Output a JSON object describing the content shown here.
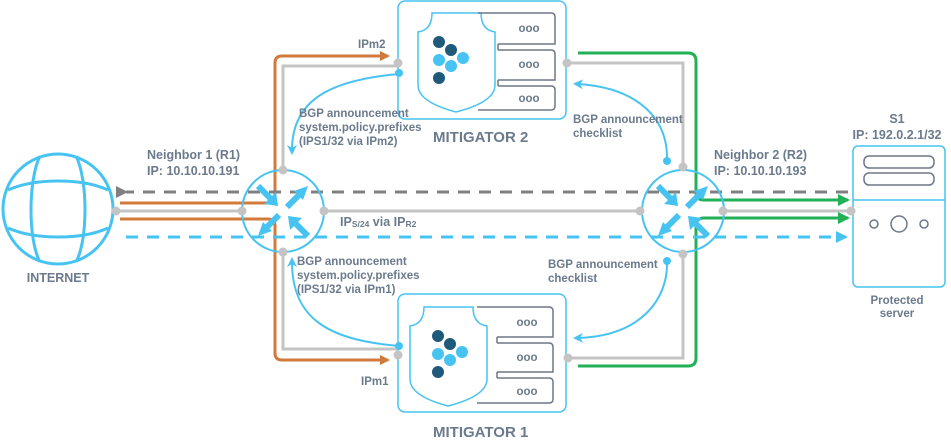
{
  "colors": {
    "accent_blue": "#47c3f2",
    "orange": "#d17a3a",
    "green": "#22b157",
    "gray_link": "#c4c4c4",
    "gray_dashed": "#808080",
    "text": "#6b7a8c",
    "dark_dot": "#1f5a7a",
    "server_line": "#6e7785"
  },
  "internet": {
    "label": "INTERNET",
    "icon": "globe-icon"
  },
  "neighbor1": {
    "name": "Neighbor 1 (R1)",
    "ip": "IP: 10.10.10.191",
    "icon": "router-icon"
  },
  "neighbor2": {
    "name": "Neighbor 2 (R2)",
    "ip": "IP: 10.10.10.193",
    "icon": "router-icon"
  },
  "mitigator1": {
    "label": "MITIGATOR 1",
    "port_label": "IPm1",
    "announce_left": [
      "BGP announcement",
      "system.policy.prefixes",
      "(IPS1/32 via IPm1)"
    ],
    "announce_right": [
      "BGP announcement",
      "checklist"
    ],
    "server_dots": [
      "ooo",
      "ooo",
      "ooo"
    ]
  },
  "mitigator2": {
    "label": "MITIGATOR 2",
    "port_label": "IPm2",
    "announce_left": [
      "BGP announcement",
      "system.policy.prefixes",
      "(IPS1/32 via IPm2)"
    ],
    "announce_right": [
      "BGP announcement",
      "checklist"
    ],
    "server_dots": [
      "ooo",
      "ooo",
      "ooo"
    ]
  },
  "route_label": {
    "part1": "IP",
    "sub1": "S/24",
    "part2": " via IP",
    "sub2": "R2"
  },
  "server": {
    "name": "S1",
    "ip": "IP: 192.0.2.1/32",
    "label_line1": "Protected",
    "label_line2": "server",
    "icon": "server-icon"
  }
}
